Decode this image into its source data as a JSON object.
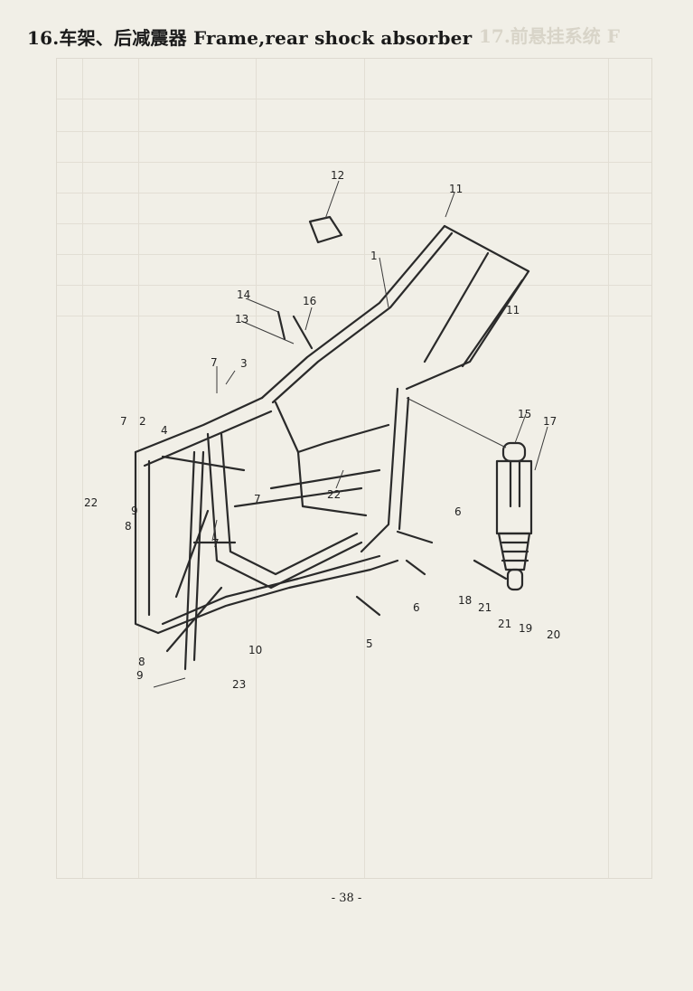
{
  "header": {
    "title": "16.车架、后减震器 Frame,rear shock absorber",
    "faint_next_title": "17.前悬挂系统 F"
  },
  "diagram": {
    "callouts": [
      "1",
      "2",
      "3",
      "4",
      "5",
      "6",
      "6",
      "7",
      "7",
      "7",
      "7",
      "8",
      "8",
      "9",
      "9",
      "10",
      "11",
      "11",
      "12",
      "13",
      "14",
      "15",
      "16",
      "17",
      "18",
      "19",
      "20",
      "21",
      "21",
      "22",
      "22",
      "23"
    ]
  },
  "footer": {
    "page_number": "- 38 -"
  }
}
